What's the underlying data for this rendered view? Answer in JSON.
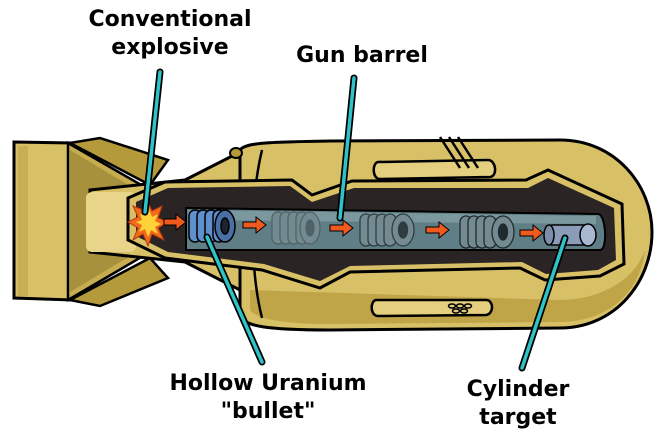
{
  "labels": {
    "explosive": [
      "Conventional",
      "explosive"
    ],
    "barrel": [
      "Gun barrel"
    ],
    "bullet": [
      "Hollow Uranium",
      "\"bullet\""
    ],
    "target": [
      "Cylinder",
      "target"
    ]
  },
  "colors": {
    "casing": "#d8c067",
    "casing_dark": "#b59a3c",
    "casing_shadow": "#8c7a2c",
    "interior": "#2a2424",
    "barrel": "#5f7e86",
    "barrel_light": "#7b989f",
    "uranium_blue": "#5f8fcc",
    "ring_gray": "#748a91",
    "target": "#a9b8d0",
    "arrow": "#f05a1e",
    "leader": "#2ec3c8",
    "explosion": "#f26a1b"
  },
  "icons": [
    "explosion-burst-icon",
    "arrow-right-icon",
    "hollow-cylinder-icon",
    "cylinder-target-icon"
  ]
}
